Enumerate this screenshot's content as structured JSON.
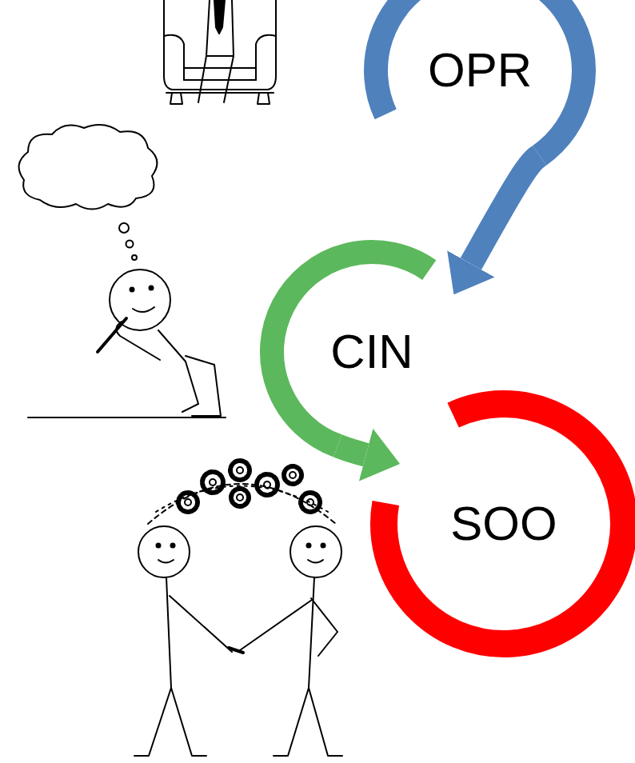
{
  "diagram": {
    "nodes": [
      {
        "text": [
          "OPR"
        ]
      },
      {
        "text": [
          "CIN"
        ]
      },
      {
        "text": [
          "SOO"
        ]
      }
    ],
    "edges": [
      {
        "from": 0,
        "to": 1,
        "arrow": "to"
      },
      {
        "from": 1,
        "to": 2,
        "arrow": "to"
      }
    ]
  }
}
